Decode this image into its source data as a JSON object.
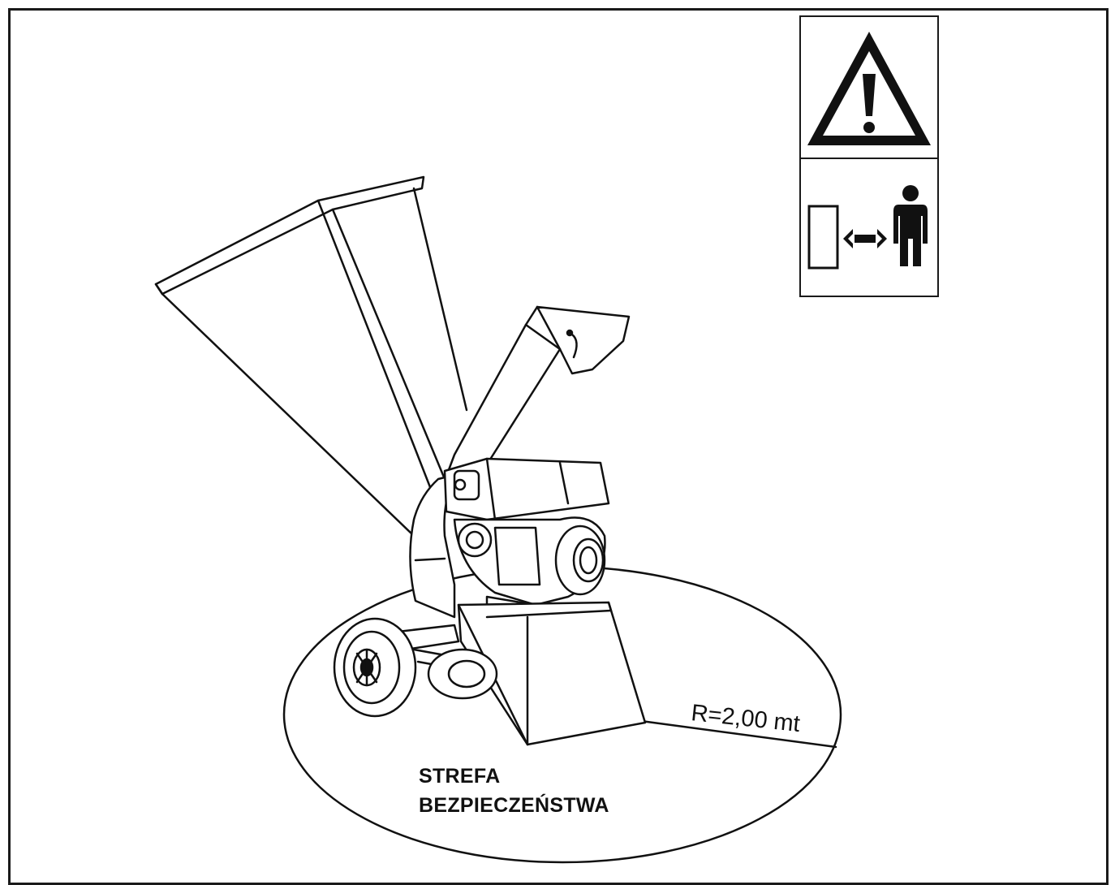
{
  "safety_zone": {
    "label_line1": "STREFA",
    "label_line2": "BEZPIECZEŃSTWA"
  },
  "radius": {
    "label": "R=2,00 mt"
  },
  "signs": {
    "top_icon": "warning-triangle-icon",
    "bottom_icon": "keep-distance-person-icon"
  },
  "colors": {
    "ink": "#111111",
    "paper": "#ffffff"
  }
}
